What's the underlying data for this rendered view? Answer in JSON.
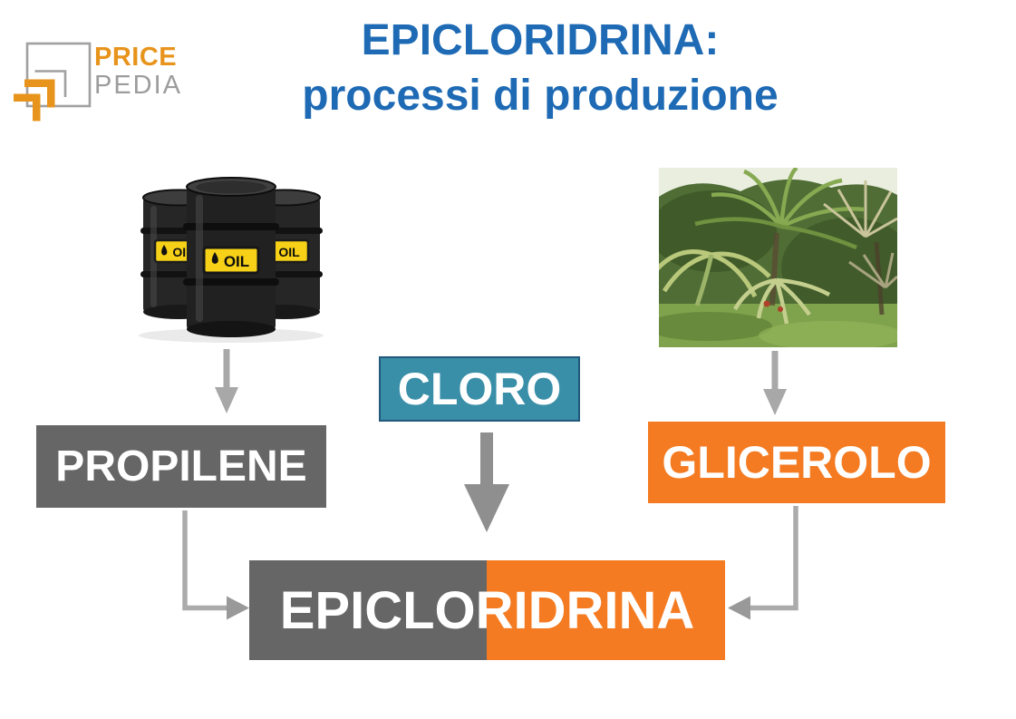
{
  "logo": {
    "brand_top": "PRICE",
    "brand_bottom": "PEDIA"
  },
  "title": {
    "line1": "EPICLORIDRINA:",
    "line2": "processi di produzione"
  },
  "images": {
    "oil_barrel_label": "OIL",
    "left_image": "three black oil barrels",
    "right_image": "oil palm plantation"
  },
  "diagram": {
    "nodes": {
      "propilene": {
        "label": "PROPILENE",
        "color": "#666666"
      },
      "cloro": {
        "label": "CLORO",
        "color": "#3A8FA8",
        "border": "#21587C"
      },
      "glicerolo": {
        "label": "GLICEROLO",
        "color": "#F47B21"
      },
      "epicloridrina": {
        "label": "EPICLORIDRINA",
        "left_color": "#666666",
        "right_color": "#F47B21"
      }
    },
    "edges": [
      {
        "from": "oil-barrels",
        "to": "propilene"
      },
      {
        "from": "oil-palm",
        "to": "glicerolo"
      },
      {
        "from": "cloro",
        "to": "epicloridrina"
      },
      {
        "from": "propilene",
        "to": "epicloridrina"
      },
      {
        "from": "glicerolo",
        "to": "epicloridrina"
      }
    ]
  },
  "palette": {
    "title_blue": "#1E6AB4",
    "logo_orange": "#E8941C",
    "logo_gray": "#9C9C9C",
    "arrow_gray": "#A8A8A8",
    "big_arrow_gray": "#8F8F8F",
    "barrel_label_yellow": "#F7D117"
  }
}
